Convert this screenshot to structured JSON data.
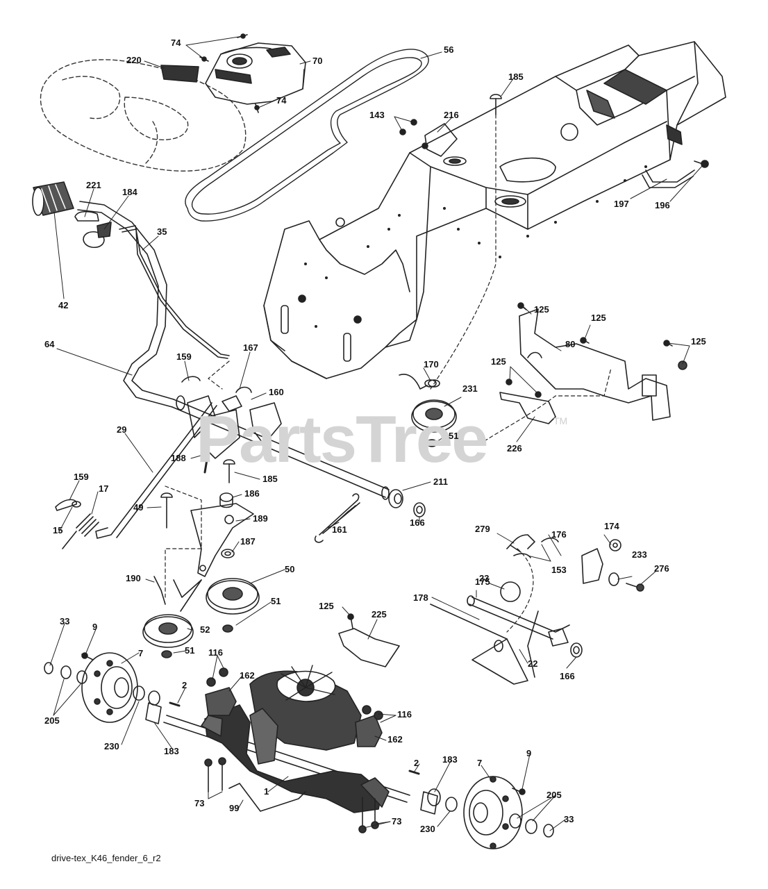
{
  "diagram": {
    "caption": "drive-tex_K46_fender_6_r2",
    "watermark": "PartsTree",
    "watermark_tm": "TM",
    "callouts": [
      {
        "id": "c74a",
        "text": "74"
      },
      {
        "id": "c70",
        "text": "70"
      },
      {
        "id": "c220",
        "text": "220"
      },
      {
        "id": "c74b",
        "text": "74"
      },
      {
        "id": "c56",
        "text": "56"
      },
      {
        "id": "c185a",
        "text": "185"
      },
      {
        "id": "c143",
        "text": "143"
      },
      {
        "id": "c216",
        "text": "216"
      },
      {
        "id": "c197",
        "text": "197"
      },
      {
        "id": "c196",
        "text": "196"
      },
      {
        "id": "c221",
        "text": "221"
      },
      {
        "id": "c184",
        "text": "184"
      },
      {
        "id": "c35",
        "text": "35"
      },
      {
        "id": "c42",
        "text": "42"
      },
      {
        "id": "c125a",
        "text": "125"
      },
      {
        "id": "c125b",
        "text": "125"
      },
      {
        "id": "c80",
        "text": "80"
      },
      {
        "id": "c125c",
        "text": "125"
      },
      {
        "id": "c125d",
        "text": "125"
      },
      {
        "id": "c64",
        "text": "64"
      },
      {
        "id": "c167",
        "text": "167"
      },
      {
        "id": "c159a",
        "text": "159"
      },
      {
        "id": "c160",
        "text": "160"
      },
      {
        "id": "c170",
        "text": "170"
      },
      {
        "id": "c231",
        "text": "231"
      },
      {
        "id": "c29",
        "text": "29"
      },
      {
        "id": "c51a",
        "text": "51"
      },
      {
        "id": "c226",
        "text": "226"
      },
      {
        "id": "c188",
        "text": "188"
      },
      {
        "id": "c185b",
        "text": "185"
      },
      {
        "id": "c159b",
        "text": "159"
      },
      {
        "id": "c17",
        "text": "17"
      },
      {
        "id": "c186",
        "text": "186"
      },
      {
        "id": "c211",
        "text": "211"
      },
      {
        "id": "c49",
        "text": "49"
      },
      {
        "id": "c189",
        "text": "189"
      },
      {
        "id": "c15",
        "text": "15"
      },
      {
        "id": "c187",
        "text": "187"
      },
      {
        "id": "c166a",
        "text": "166"
      },
      {
        "id": "c161",
        "text": "161"
      },
      {
        "id": "c279",
        "text": "279"
      },
      {
        "id": "c176",
        "text": "176"
      },
      {
        "id": "c174",
        "text": "174"
      },
      {
        "id": "c153",
        "text": "153"
      },
      {
        "id": "c23",
        "text": "23"
      },
      {
        "id": "c233",
        "text": "233"
      },
      {
        "id": "c276",
        "text": "276"
      },
      {
        "id": "c190",
        "text": "190"
      },
      {
        "id": "c50",
        "text": "50"
      },
      {
        "id": "c175",
        "text": "175"
      },
      {
        "id": "c178",
        "text": "178"
      },
      {
        "id": "c51b",
        "text": "51"
      },
      {
        "id": "c125e",
        "text": "125"
      },
      {
        "id": "c225",
        "text": "225"
      },
      {
        "id": "c33a",
        "text": "33"
      },
      {
        "id": "c9a",
        "text": "9"
      },
      {
        "id": "c52",
        "text": "52"
      },
      {
        "id": "c22",
        "text": "22"
      },
      {
        "id": "c7a",
        "text": "7"
      },
      {
        "id": "c51c",
        "text": "51"
      },
      {
        "id": "c166b",
        "text": "166"
      },
      {
        "id": "c116a",
        "text": "116"
      },
      {
        "id": "c162a",
        "text": "162"
      },
      {
        "id": "c2a",
        "text": "2"
      },
      {
        "id": "c205a",
        "text": "205"
      },
      {
        "id": "c116b",
        "text": "116"
      },
      {
        "id": "c230a",
        "text": "230"
      },
      {
        "id": "c183a",
        "text": "183"
      },
      {
        "id": "c162b",
        "text": "162"
      },
      {
        "id": "c2b",
        "text": "2"
      },
      {
        "id": "c183b",
        "text": "183"
      },
      {
        "id": "c9b",
        "text": "9"
      },
      {
        "id": "c7b",
        "text": "7"
      },
      {
        "id": "c205b",
        "text": "205"
      },
      {
        "id": "c1",
        "text": "1"
      },
      {
        "id": "c73a",
        "text": "73"
      },
      {
        "id": "c99",
        "text": "99"
      },
      {
        "id": "c230b",
        "text": "230"
      },
      {
        "id": "c73b",
        "text": "73"
      },
      {
        "id": "c33b",
        "text": "33"
      }
    ]
  }
}
